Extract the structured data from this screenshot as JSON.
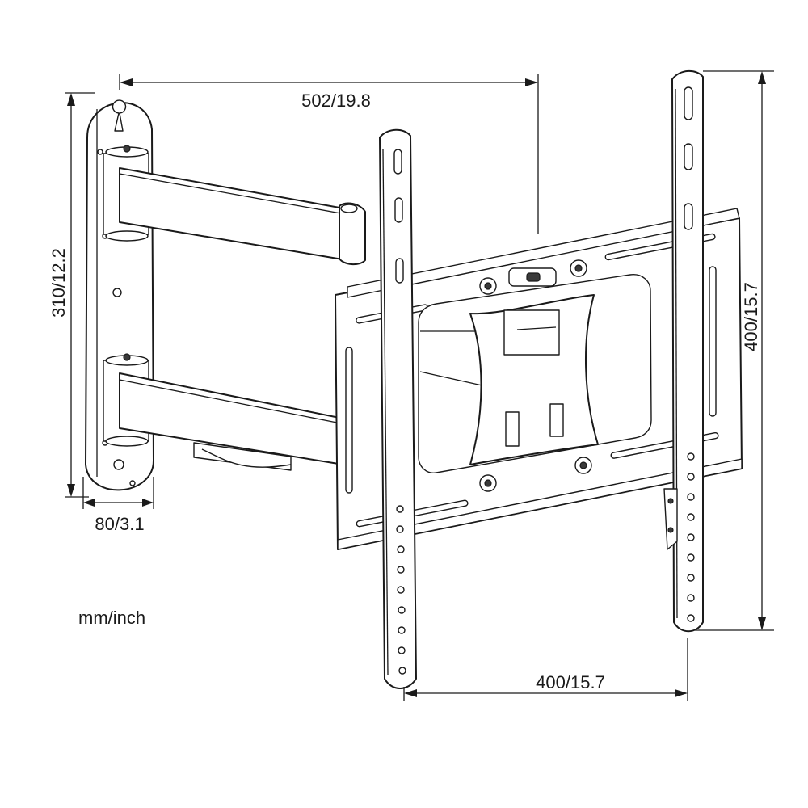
{
  "dimensions": {
    "overall_width": "502/19.8",
    "wall_plate_height": "310/12.2",
    "wall_plate_width": "80/3.1",
    "vesa_vertical": "400/15.7",
    "vesa_horizontal": "400/15.7"
  },
  "units_note": "mm/inch",
  "colors": {
    "line": "#1a1a1a",
    "background": "#ffffff"
  }
}
